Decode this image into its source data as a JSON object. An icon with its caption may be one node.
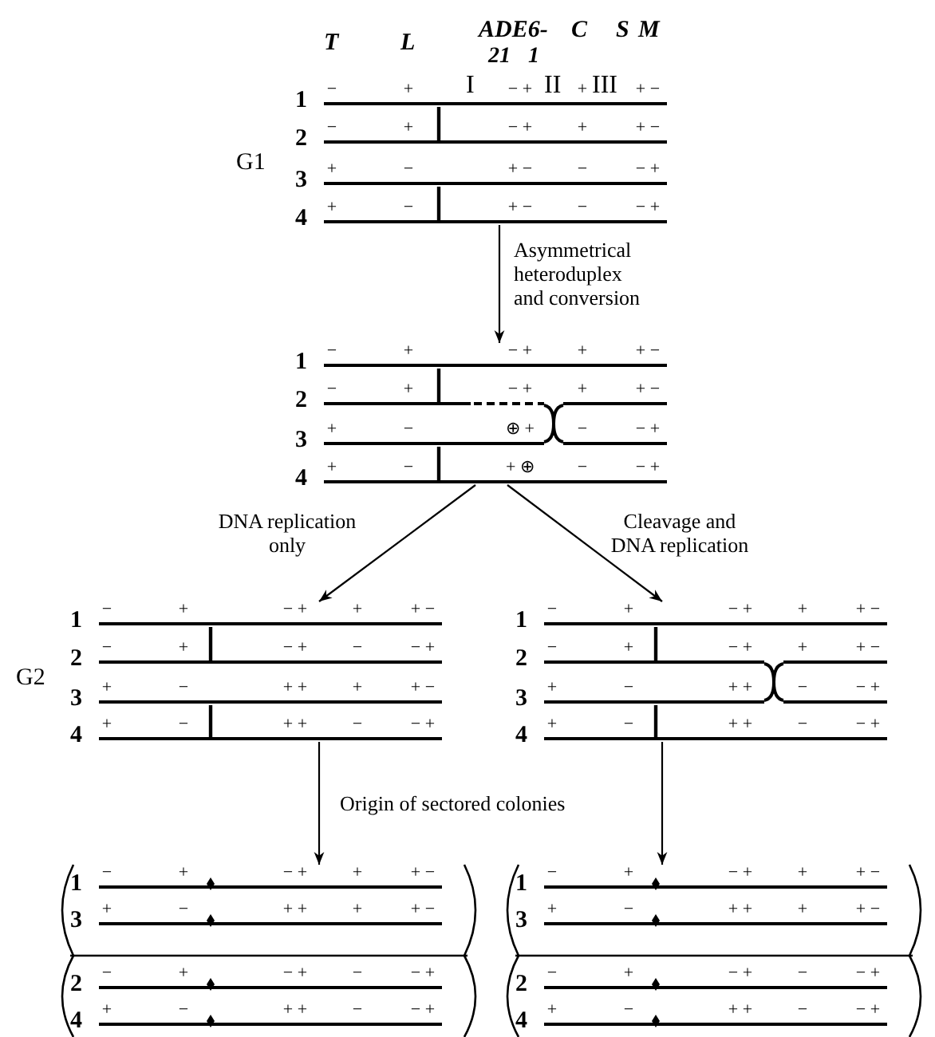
{
  "diagram": {
    "nodes": [
      {
        "text": [
          "1",
          "−",
          "+",
          "− +",
          "+",
          "+ −"
        ]
      },
      {
        "text": [
          "2",
          "−",
          "+",
          "− +",
          "+",
          "+ −"
        ]
      },
      {
        "text": [
          "3",
          "+",
          "−",
          "+ −",
          "−",
          "− +"
        ]
      },
      {
        "text": [
          "4",
          "+",
          "−",
          "+ −",
          "−",
          "− +"
        ]
      },
      {
        "text": [
          "1",
          "−",
          "+",
          "− +",
          "+",
          "+ −"
        ]
      },
      {
        "text": [
          "2",
          "−",
          "+",
          "− +",
          "+",
          "+ −"
        ]
      },
      {
        "text": [
          "3",
          "+",
          "−",
          "⊕ +",
          "−",
          "− +"
        ]
      },
      {
        "text": [
          "4",
          "+",
          "−",
          "+ ⊕",
          "−",
          "− +"
        ]
      },
      {
        "text": [
          "1",
          "−",
          "+",
          "− +",
          "+",
          "+ −"
        ]
      },
      {
        "text": [
          "2",
          "−",
          "+",
          "− +",
          "−",
          "− +"
        ]
      },
      {
        "text": [
          "3",
          "+",
          "−",
          "+ +",
          "+",
          "+ −"
        ]
      },
      {
        "text": [
          "4",
          "+",
          "−",
          "+ +",
          "−",
          "− +"
        ]
      },
      {
        "text": [
          "1",
          "−",
          "+",
          "− +",
          "+",
          "+ −"
        ]
      },
      {
        "text": [
          "2",
          "−",
          "+",
          "− +",
          "+",
          "+ −"
        ]
      },
      {
        "text": [
          "3",
          "+",
          "−",
          "+ +",
          "−",
          "− +"
        ]
      },
      {
        "text": [
          "4",
          "+",
          "−",
          "+ +",
          "−",
          "− +"
        ]
      },
      {
        "text": [
          "1",
          "−",
          "+",
          "− +",
          "+",
          "+ −"
        ]
      },
      {
        "text": [
          "3",
          "+",
          "−",
          "+ +",
          "+",
          "+ −"
        ]
      },
      {
        "text": [
          "2",
          "−",
          "+",
          "− +",
          "−",
          "− +"
        ]
      },
      {
        "text": [
          "4",
          "+",
          "−",
          "+ +",
          "−",
          "− +"
        ]
      },
      {
        "text": [
          "1",
          "−",
          "+",
          "− +",
          "+",
          "+ −"
        ]
      },
      {
        "text": [
          "3",
          "+",
          "−",
          "+ +",
          "+",
          "+ −"
        ]
      },
      {
        "text": [
          "2",
          "−",
          "+",
          "− +",
          "−",
          "− +"
        ]
      },
      {
        "text": [
          "4",
          "+",
          "−",
          "+ +",
          "−",
          "− +"
        ]
      }
    ],
    "edges": [
      {
        "from": 3,
        "to": 4,
        "arrow": "to",
        "label": "Asymmetrical heteroduplex and conversion"
      },
      {
        "from": 7,
        "to": 8,
        "arrow": "to",
        "label": "DNA replication only"
      },
      {
        "from": 7,
        "to": 12,
        "arrow": "to",
        "label": "Cleavage and DNA replication"
      },
      {
        "from": 11,
        "to": 16,
        "arrow": "to"
      },
      {
        "from": 15,
        "to": 20,
        "arrow": "to"
      },
      {
        "from": 0,
        "to": 1,
        "arrow": "none"
      },
      {
        "from": 2,
        "to": 3,
        "arrow": "none"
      },
      {
        "from": 4,
        "to": 5,
        "arrow": "none"
      },
      {
        "from": 6,
        "to": 7,
        "arrow": "none"
      },
      {
        "from": 8,
        "to": 9,
        "arrow": "none"
      },
      {
        "from": 10,
        "to": 11,
        "arrow": "none"
      },
      {
        "from": 12,
        "to": 13,
        "arrow": "none"
      },
      {
        "from": 14,
        "to": 15,
        "arrow": "none"
      }
    ],
    "labels": [
      "T",
      "L",
      "ADE6-",
      "C",
      "S",
      "M",
      "21",
      "1",
      "I",
      "II",
      "III",
      "G1",
      "G2",
      "Origin of sectored colonies"
    ]
  }
}
